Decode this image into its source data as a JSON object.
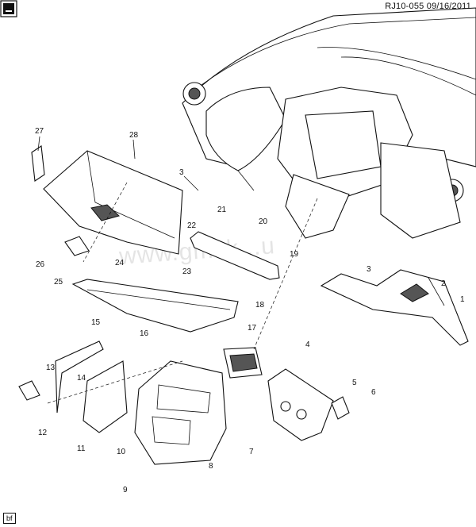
{
  "header": {
    "text": "RJ10-055  09/16/2011"
  },
  "footer": {
    "tag": "bf",
    "icon": "gm-logo-icon"
  },
  "watermark": "www.gmsk...u",
  "callouts": [
    "1",
    "2",
    "3",
    "3",
    "4",
    "5",
    "6",
    "7",
    "8",
    "9",
    "10",
    "11",
    "12",
    "13",
    "14",
    "15",
    "16",
    "17",
    "18",
    "19",
    "20",
    "21",
    "22",
    "23",
    "24",
    "25",
    "26",
    "27",
    "28"
  ]
}
